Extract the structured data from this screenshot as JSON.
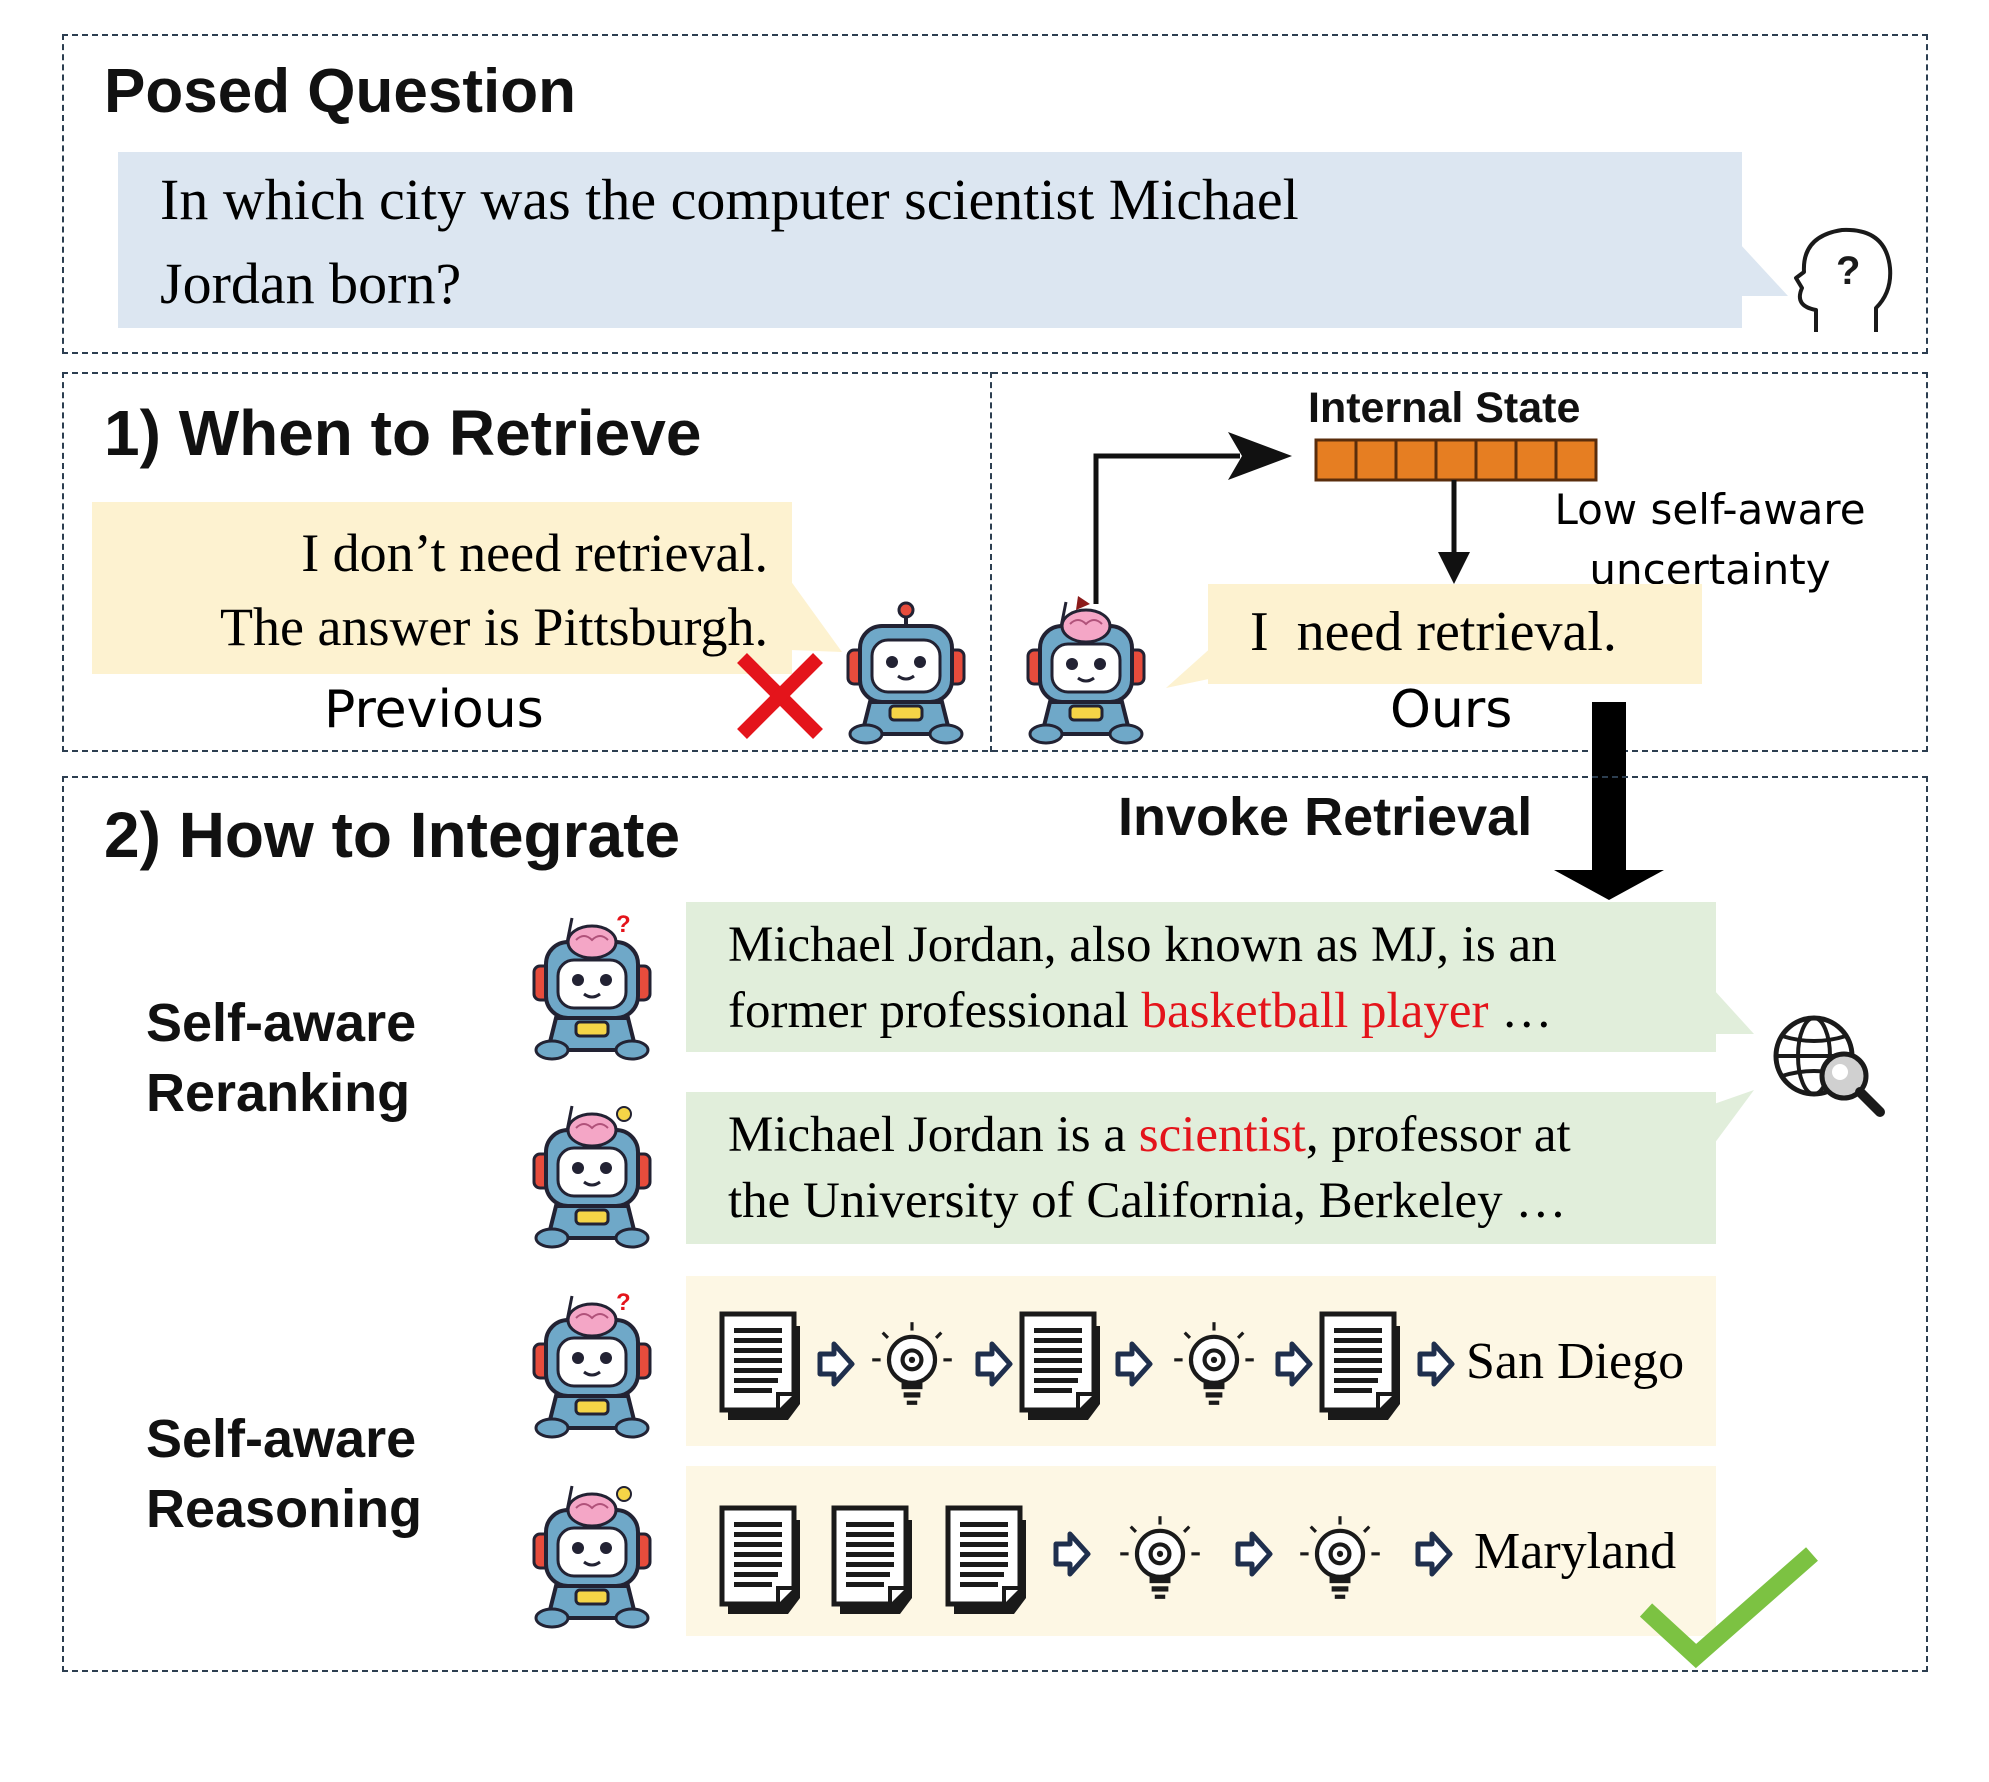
{
  "posed_question": {
    "heading": "Posed Question",
    "question_line1": "In which city was the computer scientist Michael",
    "question_line2": "Jordan born?"
  },
  "when_to_retrieve": {
    "heading": "1) When to Retrieve",
    "previous_line1": "I don’t need retrieval.",
    "previous_line2": "The answer is Pittsburgh.",
    "previous_label": "Previous",
    "internal_state_label": "Internal State",
    "uncertainty_line1": "Low self-aware",
    "uncertainty_line2": "uncertainty",
    "ours_text": "I  need retrieval.",
    "ours_label": "Ours",
    "invoke_label": "Invoke Retrieval",
    "state_cells": 7,
    "state_color": "#e67e22",
    "wrong_color": "#e4141b"
  },
  "how_to_integrate": {
    "heading": "2) How to Integrate",
    "reranking_line1": "Self-aware",
    "reranking_line2": "Reranking",
    "passage1_pre_line1": "Michael Jordan, also known as MJ, is an",
    "passage1_pre_line2": "former professional ",
    "passage1_highlight": "basketball player",
    "passage1_post": " …",
    "passage2_pre": "Michael Jordan is a ",
    "passage2_highlight": "scientist",
    "passage2_post": ", professor at",
    "passage2_line2": "the University of California, Berkeley …",
    "reasoning_line1": "Self-aware",
    "reasoning_line2": "Reasoning",
    "answer_wrong": "San Diego",
    "answer_right": "Maryland",
    "highlight_color": "#e4141b",
    "check_color": "#7cc242"
  }
}
